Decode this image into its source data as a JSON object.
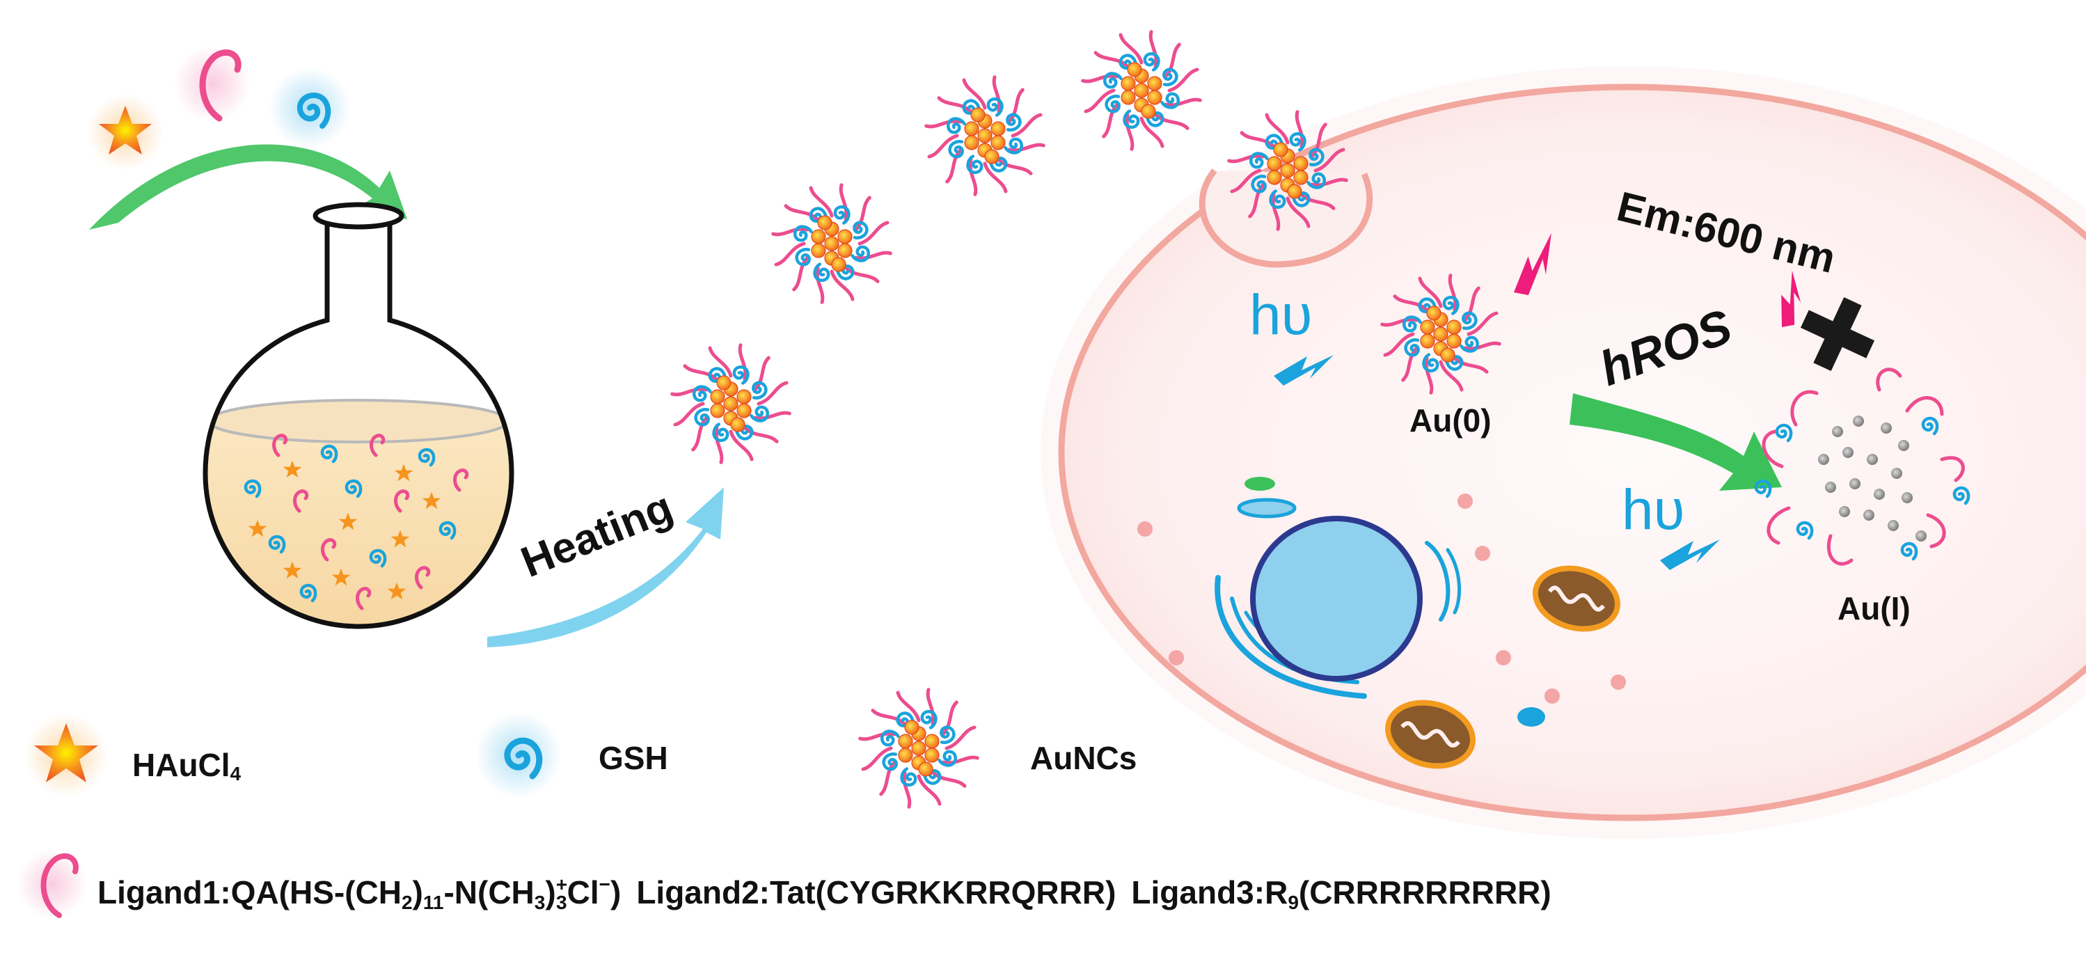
{
  "labels": {
    "heating": "Heating",
    "hv_left": "hυ",
    "hv_right": "hυ",
    "emission": "Em:600 nm",
    "hros": "hROS",
    "au0": "Au(0)",
    "au1": "Au(I)"
  },
  "legend": {
    "haucl4": {
      "prefix": "HAuCl",
      "sub": "4"
    },
    "gsh": "GSH",
    "aunc": "AuNCs"
  },
  "ligands": {
    "l1_a": "Ligand1:QA(HS-(CH",
    "l1_sub2": "2",
    "l1_b": ")",
    "l1_sub11": "11",
    "l1_c": "-N(CH",
    "l1_sub3a": "3",
    "l1_d": ")",
    "l1_sup_plus": "+",
    "l1_sub3b": "3",
    "l1_e": "Cl",
    "l1_sup_minus": "−",
    "l1_f": ")",
    "l2": "Ligand2:Tat(CYGRKKRRQRRR)",
    "l3_a": "Ligand3:R",
    "l3_sub": "9",
    "l3_b": "(CRRRRRRRRR)"
  },
  "colors": {
    "ligand_pink": "#ec4d8f",
    "gsh_blue": "#1aa3dc",
    "gold_core": "#f7941d",
    "arrow_green": "#3cc15a",
    "arrow_lightblue": "#7fd3ef",
    "emission_magenta": "#ee1c7a",
    "cell_outline": "#f2a79f",
    "cell_fill": "#fdeeee",
    "nucleus": "#8fd0ef",
    "nucleus_border": "#2b3a8f",
    "mito_orange": "#f29b1f",
    "mito_brown": "#8a5a2b"
  }
}
